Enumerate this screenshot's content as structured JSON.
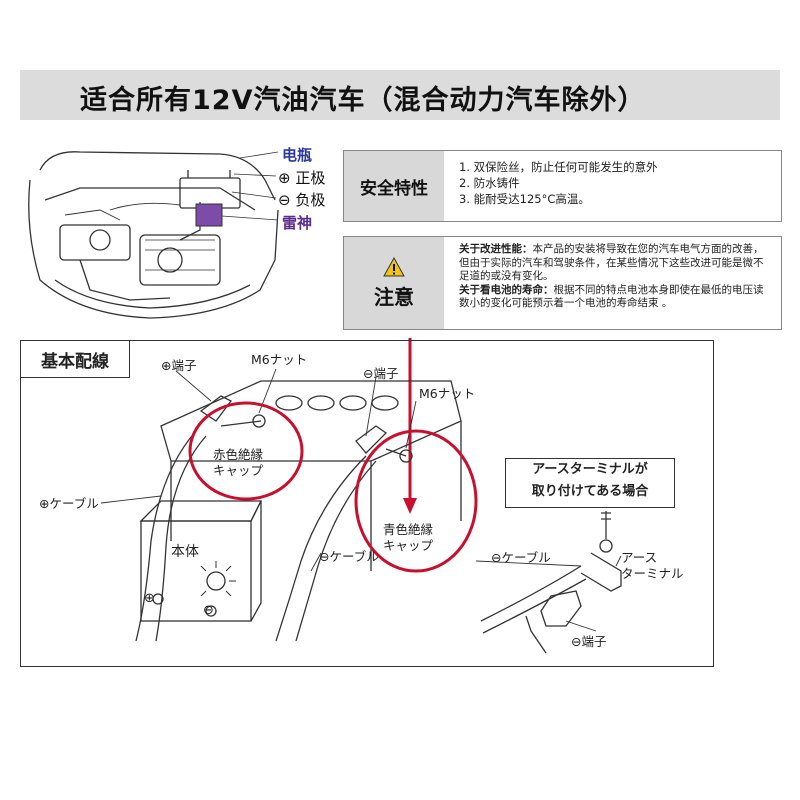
{
  "header": {
    "title": "适合所有12V汽油汽车（混合动力汽车除外）"
  },
  "car_labels": {
    "battery": "电瓶",
    "positive": "⊕ 正极",
    "negative": "⊖ 负极",
    "thunder": "雷神"
  },
  "safety": {
    "title": "安全特性",
    "items": [
      "1.  双保险丝，防止任何可能发生的意外",
      "2.  防水铸件",
      "3.  能耐受达125°C高温。"
    ]
  },
  "notice": {
    "title": "注意",
    "improve_label": "关于改进性能：",
    "improve_text": "本产品的安装将导致在您的汽车电气方面的改善，但由于实际的汽车和驾驶条件，在某些情况下这些改进可能是微不足道的或没有变化。",
    "battery_label": "关于看电池的寿命：",
    "battery_text": "根据不同的特点电池本身即使在最低的电压读数小的变化可能预示着一个电池的寿命结束 。"
  },
  "wiring": {
    "title": "基本配線",
    "pos_terminal": "⊕端子",
    "m6_nut_1": "M6ナット",
    "neg_terminal": "⊖端子",
    "m6_nut_2": "M6ナット",
    "red_cap_1": "赤色絶縁",
    "red_cap_2": "キャップ",
    "blue_cap_1": "青色絶縁",
    "blue_cap_2": "キャップ",
    "pos_cable": "⊕ケーブル",
    "neg_cable": "⊖ケーブル",
    "body": "本体",
    "inset_title_1": "アースターミナルが",
    "inset_title_2": "取り付けてある場合",
    "inset_neg_cable": "⊖ケーブル",
    "earth_1": "アース",
    "earth_2": "ターミナル",
    "inset_neg_terminal": "⊖端子"
  },
  "colors": {
    "accent_red": "#c8102e",
    "battery_blue": "#2a3a9c",
    "thunder_purple": "#7d4ba8"
  }
}
